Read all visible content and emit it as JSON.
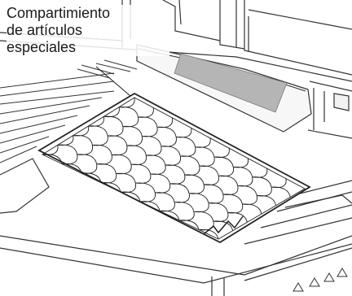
{
  "callout": {
    "lines": [
      "Compartimiento",
      "de artículos",
      "especiales"
    ]
  },
  "icons": {
    "tray": "quilted-tray",
    "drawer": "crisper-drawer",
    "vent": "vent-slot"
  }
}
